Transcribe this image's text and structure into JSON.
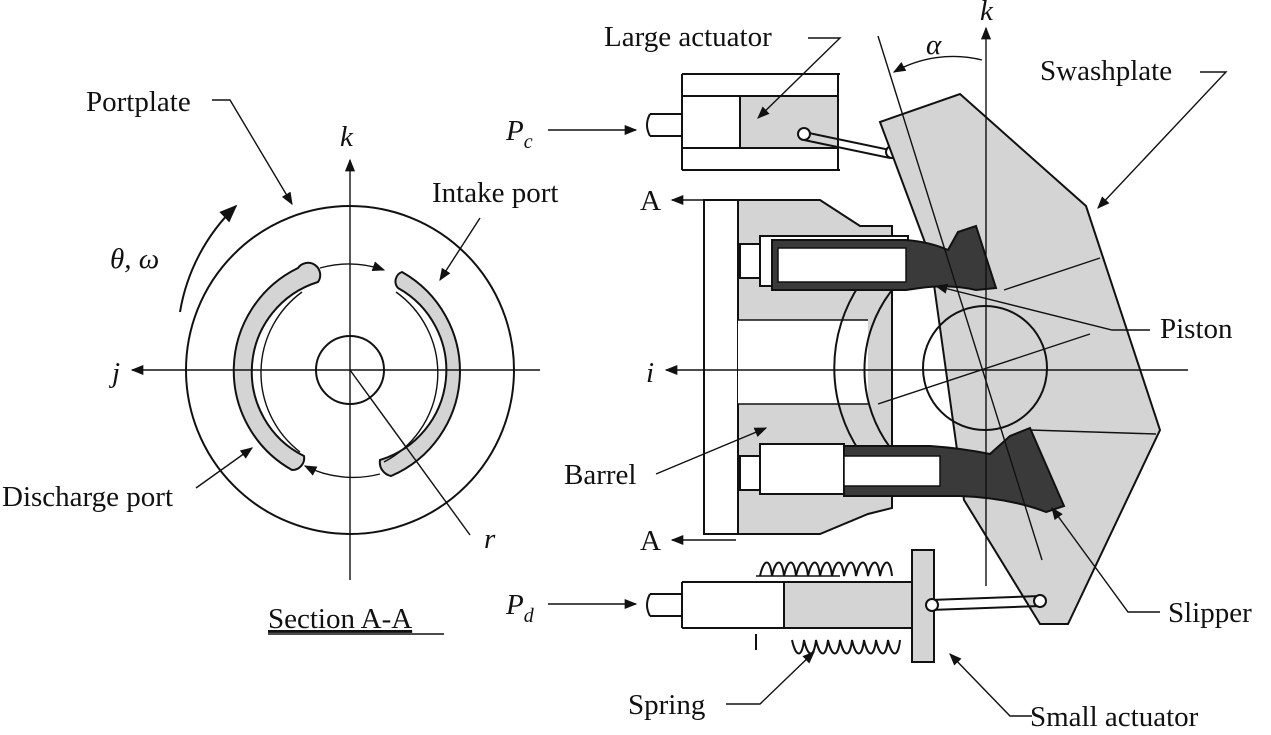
{
  "labels": {
    "portplate": "Portplate",
    "intake_port": "Intake port",
    "discharge_port": "Discharge port",
    "theta_omega": "θ, ω",
    "axis_k_left": "k",
    "axis_j": "j",
    "radius_r": "r",
    "section": "Section A-A",
    "large_actuator": "Large actuator",
    "swashplate": "Swashplate",
    "alpha": "α",
    "axis_k_right": "k",
    "pc_main": "P",
    "pc_sub": "c",
    "pd_main": "P",
    "pd_sub": "d",
    "section_mark_top": "A",
    "section_mark_bottom": "A",
    "piston": "Piston",
    "axis_i": "i",
    "barrel": "Barrel",
    "slipper": "Slipper",
    "spring": "Spring",
    "small_actuator": "Small actuator"
  },
  "colors": {
    "line": "#111111",
    "part_fill": "#d4d4d4",
    "piston_fill": "#3a3a3a",
    "background": "#ffffff"
  }
}
